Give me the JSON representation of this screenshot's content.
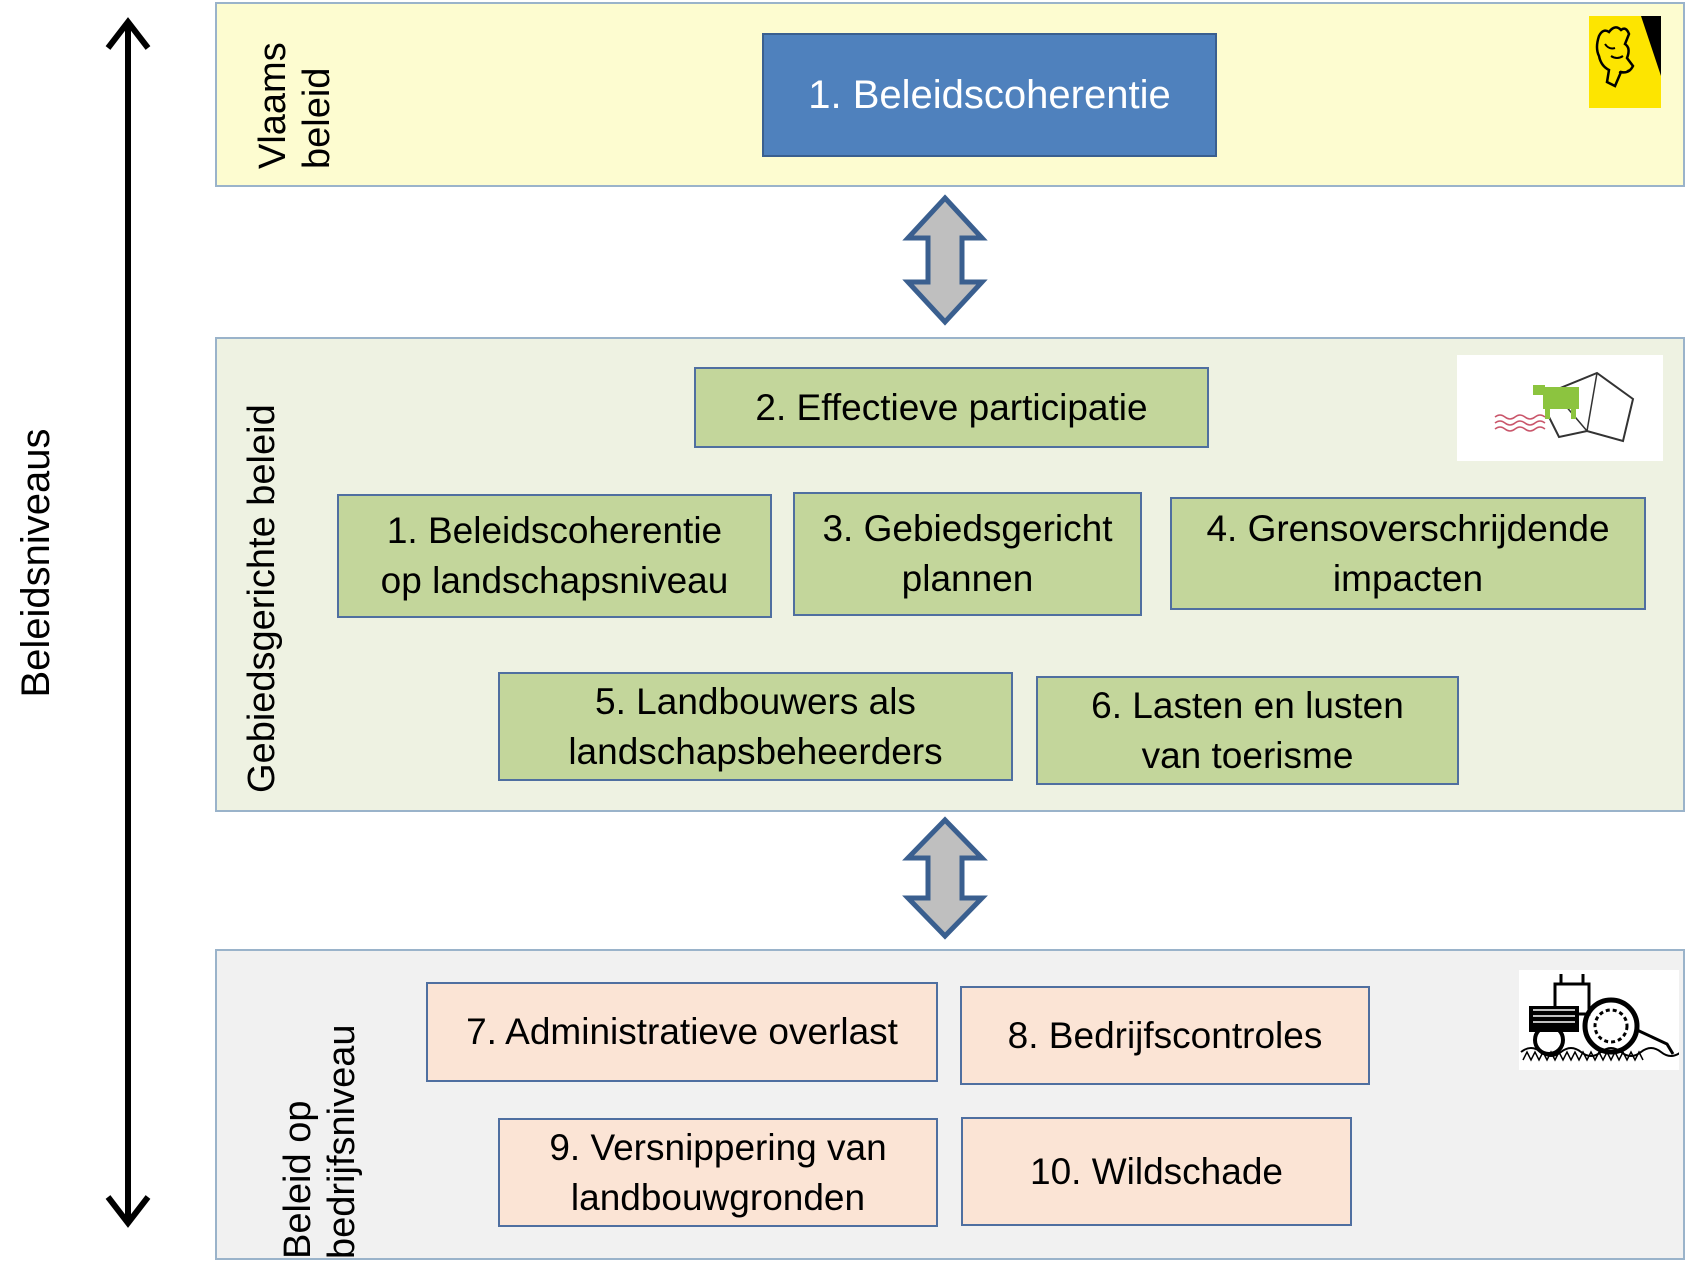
{
  "axis": {
    "label": "Beleidsniveaus"
  },
  "panels": {
    "flemish": {
      "label_lines": [
        "Vlaams",
        "beleid"
      ]
    },
    "area": {
      "label_lines": [
        "Gebiedsgerichte beleid"
      ]
    },
    "farm": {
      "label_lines": [
        "Beleid op",
        "bedrijfsniveau"
      ]
    }
  },
  "boxes": {
    "b1_flemish": {
      "lines": [
        "1. Beleidscoherentie"
      ]
    },
    "b2": {
      "lines": [
        "2. Effectieve participatie"
      ]
    },
    "b1_area": {
      "lines": [
        "1. Beleidscoherentie",
        "op landschapsniveau"
      ]
    },
    "b3": {
      "lines": [
        "3. Gebiedsgericht",
        "plannen"
      ]
    },
    "b4": {
      "lines": [
        "4. Grensoverschrijdende",
        "impacten"
      ]
    },
    "b5": {
      "lines": [
        "5. Landbouwers als",
        "landschapsbeheerders"
      ]
    },
    "b6": {
      "lines": [
        "6. Lasten en lusten",
        "van toerisme"
      ]
    },
    "b7": {
      "lines": [
        "7. Administratieve overlast"
      ]
    },
    "b8": {
      "lines": [
        "8. Bedrijfscontroles"
      ]
    },
    "b9": {
      "lines": [
        "9. Versnippering van",
        "landbouwgronden"
      ]
    },
    "b10": {
      "lines": [
        "10. Wildschade"
      ]
    }
  },
  "colors": {
    "flemish_panel": "#fdfcd0",
    "area_panel": "#eef2e2",
    "farm_panel": "#f1f1f1",
    "blue_box": "#4f81bd",
    "green_box": "#c3d69b",
    "peach_box": "#fbe4d5",
    "connector_arrow": "#bfbfbf"
  },
  "icons": {
    "flemish": "flemish-lion-logo-icon",
    "area": "landscape-cow-logo-icon",
    "farm": "tractor-drawing-icon"
  }
}
